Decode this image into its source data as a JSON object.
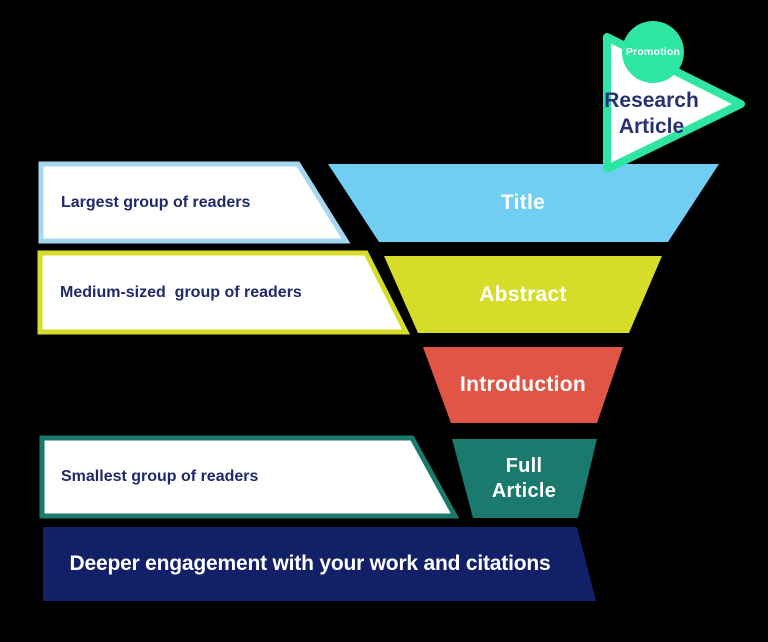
{
  "colors": {
    "background": "#000000",
    "mint": "#2FE5A4",
    "white": "#FFFFFF",
    "text_navy": "#1F2A68",
    "flag_text_navy": "#283173",
    "title_blue": "#72CDF3",
    "abstract_yellow": "#D5DD28",
    "introduction_red": "#E05545",
    "full_article_teal": "#1A7A6D",
    "footer_navy": "#122068",
    "box1_border_blue": "#A5D9F1"
  },
  "flag": {
    "badge": "Promotion",
    "lines": [
      "Research",
      "Article"
    ]
  },
  "funnel": {
    "stages": [
      {
        "label": "Title",
        "color": "#72CDF3"
      },
      {
        "label": "Abstract",
        "color": "#D5DD28"
      },
      {
        "label": "Introduction",
        "color": "#E05545"
      },
      {
        "label": "Full Article",
        "lines": [
          "Full",
          "Article"
        ],
        "color": "#1A7A6D"
      }
    ]
  },
  "side_labels": [
    {
      "text": "Largest group of readers",
      "border_color": "#A5D9F1"
    },
    {
      "text": "Medium-sized  group of readers",
      "border_color": "#D5DD28"
    },
    {
      "text": "Smallest group of readers",
      "border_color": "#1A7A6D"
    }
  ],
  "footer": {
    "text": "Deeper engagement with your work and citations",
    "color": "#122068"
  }
}
